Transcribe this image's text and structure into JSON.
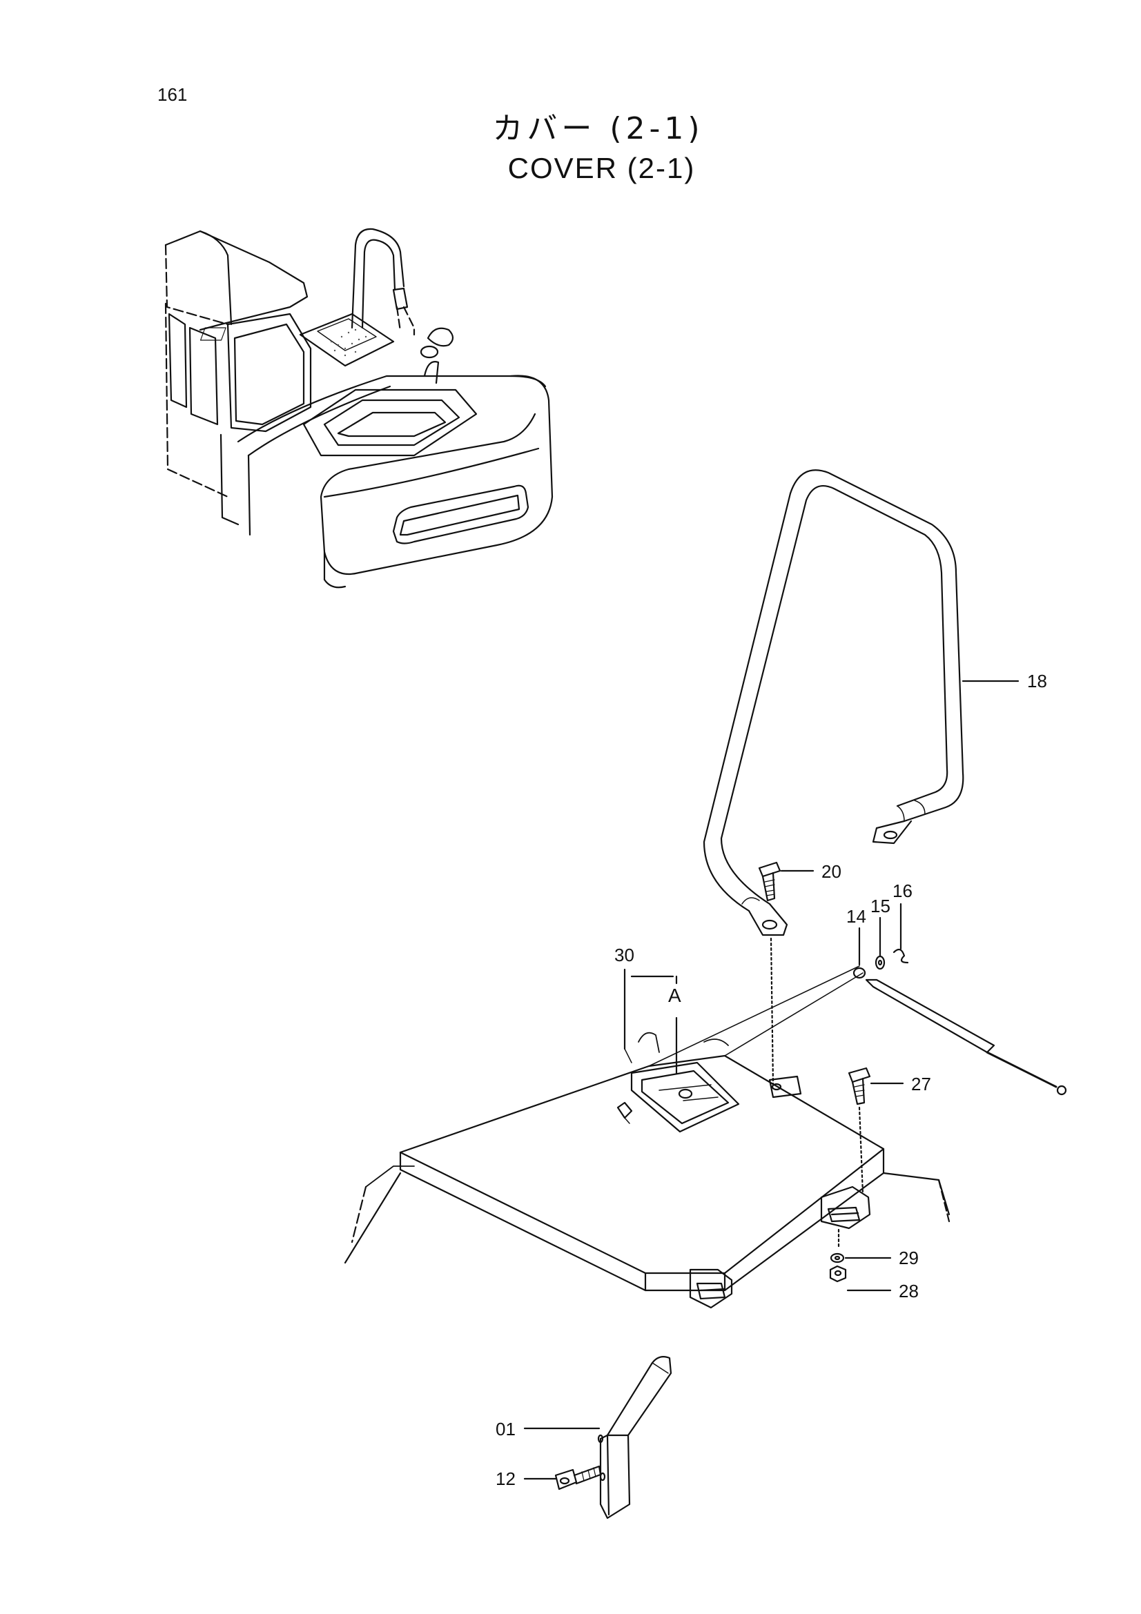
{
  "page": {
    "number": "161",
    "title_jp": "カバー (2-1)",
    "title_en": "COVER (2-1)"
  },
  "callouts": {
    "c01": "01",
    "c12": "12",
    "c14": "14",
    "c15": "15",
    "c16": "16",
    "c18": "18",
    "c20": "20",
    "c27": "27",
    "c28": "28",
    "c29": "29",
    "c30": "30",
    "detail_a": "A"
  },
  "icons": [
    "excavator-overview-icon",
    "handrail-icon",
    "bolt-icon",
    "gas-spring-icon",
    "cover-panel-icon",
    "hinge-icon",
    "latch-icon",
    "washer-icon",
    "nut-icon",
    "bracket-icon",
    "clip-icon"
  ]
}
